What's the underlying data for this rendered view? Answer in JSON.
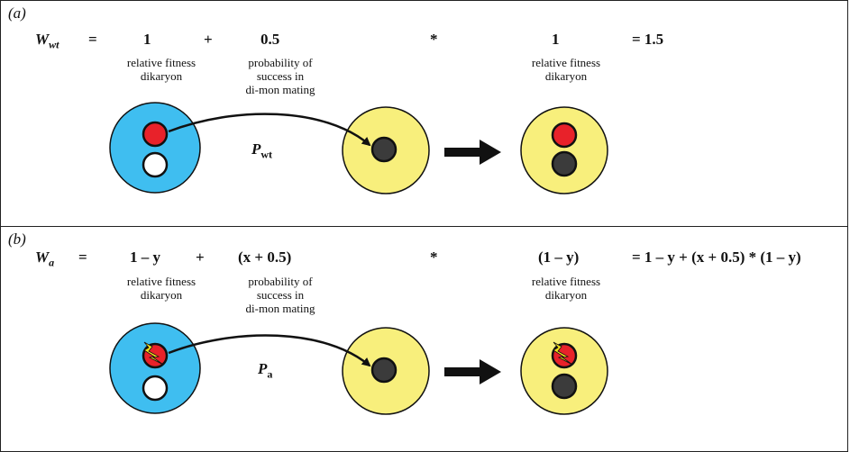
{
  "panel_a": {
    "label": "(a)",
    "w_symbol": "W",
    "w_sub": "wt",
    "eq1": "=",
    "term1": "1",
    "plus": "+",
    "term2": "0.5",
    "times": "*",
    "term3": "1",
    "result": "= 1.5",
    "label1": [
      "relative fitness",
      "dikaryon"
    ],
    "label2": [
      "probability of",
      "success in",
      "di-mon mating"
    ],
    "label3": [
      "relative fitness",
      "dikaryon"
    ],
    "p_symbol": "P",
    "p_sub": "wt"
  },
  "panel_b": {
    "label": "(b)",
    "w_symbol": "W",
    "w_sub": "a",
    "eq1": "=",
    "term1": "1 – y",
    "plus": "+",
    "term2": "(x + 0.5)",
    "times": "*",
    "term3": "(1 – y)",
    "result": "= 1 – y + (x + 0.5) * (1 – y)",
    "label1": [
      "relative fitness",
      "dikaryon"
    ],
    "label2": [
      "probability of",
      "success in",
      "di-mon mating"
    ],
    "label3": [
      "relative fitness",
      "dikaryon"
    ],
    "p_symbol": "P",
    "p_sub": "a"
  },
  "colors": {
    "dikaryon_cell": "#3fbef0",
    "monokaryon_cell": "#f8ef7c",
    "red_nucleus": "#e8222a",
    "dark_nucleus": "#3b3b3b",
    "white_nucleus": "#ffffff",
    "lightning": "#f6e21c"
  },
  "icons": [
    "curved-arrow",
    "block-arrow-right",
    "lightning-bolt-icon"
  ]
}
